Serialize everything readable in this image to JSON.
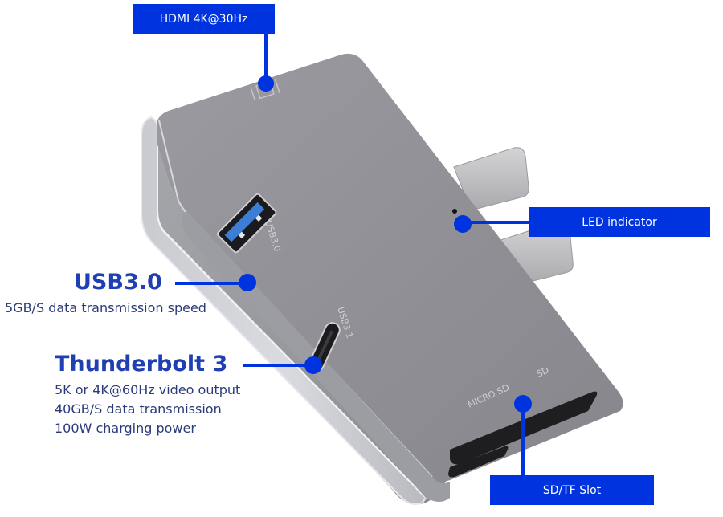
{
  "colors": {
    "accent_blue": "#0033e0",
    "heading_blue": "#1f3fb3",
    "body_text": "#2b3b7a",
    "device_gray": "#8e8e94",
    "background": "#ffffff"
  },
  "callouts": {
    "hdmi": {
      "label": "HDMI 4K@30Hz"
    },
    "led": {
      "label": "LED indicator"
    },
    "sd": {
      "label": "SD/TF Slot"
    },
    "usb": {
      "title": "USB3.0",
      "lines": [
        "5GB/S data transmission speed"
      ]
    },
    "thunderbolt": {
      "title": "Thunderbolt 3",
      "lines": [
        "5K or 4K@60Hz video output",
        "40GB/S data transmission",
        "100W charging power"
      ]
    }
  },
  "device": {
    "engravings": {
      "usb30": "USB3.0",
      "usb31": "USB3.1",
      "micro_sd": "MICRO SD",
      "sd": "SD",
      "hdmi_icon": "hdmi-4k-icon"
    }
  }
}
